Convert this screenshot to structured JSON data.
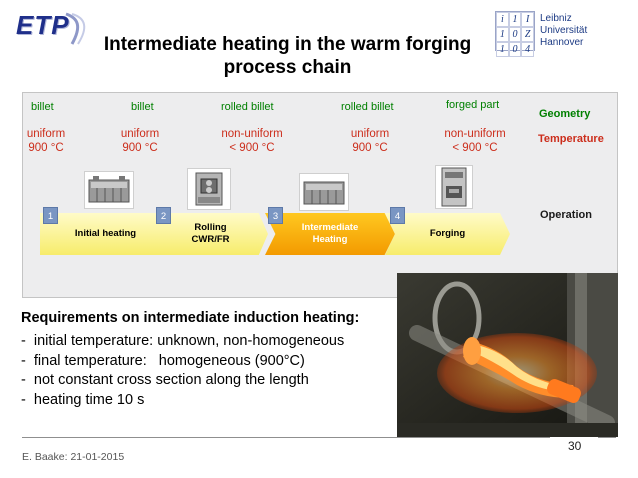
{
  "header": {
    "logo_text": "ETP",
    "title_line1": "Intermediate heating in the warm forging",
    "title_line2": "process chain",
    "university_glyphs": [
      "i",
      "1",
      "I",
      "1",
      "0",
      "Z",
      "1",
      "0",
      "4"
    ],
    "university_name": [
      "Leibniz",
      "Universität",
      "Hannover"
    ]
  },
  "diagram": {
    "row_labels": {
      "geometry": "Geometry",
      "temperature": "Temperature",
      "operation": "Operation"
    },
    "geometry": [
      "billet",
      "billet",
      "rolled billet",
      "rolled billet",
      "forged part"
    ],
    "temperature": [
      {
        "line1": "uniform",
        "line2": "900 °C"
      },
      {
        "line1": "uniform",
        "line2": "900 °C"
      },
      {
        "line1": "non-uniform",
        "line2": "< 900 °C"
      },
      {
        "line1": "uniform",
        "line2": "900 °C"
      },
      {
        "line1": "non-uniform",
        "line2": "< 900 °C"
      }
    ],
    "steps": [
      {
        "number": "1",
        "line1": "Initial heating",
        "line2": ""
      },
      {
        "number": "2",
        "line1": "Rolling",
        "line2": "CWR/FR"
      },
      {
        "number": "3",
        "line1": "Intermediate",
        "line2": "Heating"
      },
      {
        "number": "4",
        "line1": "Forging",
        "line2": ""
      }
    ],
    "machine_icons": [
      "furnace-icon",
      "rolling-mill-icon",
      "induction-heater-icon",
      "forging-press-icon"
    ]
  },
  "requirements": {
    "title": "Requirements on intermediate induction heating:",
    "items": [
      "-  initial temperature: unknown, non-homogeneous",
      "-  final temperature:   homogeneous (900°C)",
      "-  not constant cross section along the length",
      "-  heating time 10 s"
    ]
  },
  "footer": {
    "author_date": "E. Baake: 21-01-2015",
    "page_number": "30"
  },
  "colors": {
    "geometry": "#008000",
    "temperature": "#cc2e1c",
    "chevron": "#f7ec6b",
    "chevron_active": "#f39a00",
    "step_badge": "#7a96c3",
    "title_blue": "#1f2f8a"
  }
}
